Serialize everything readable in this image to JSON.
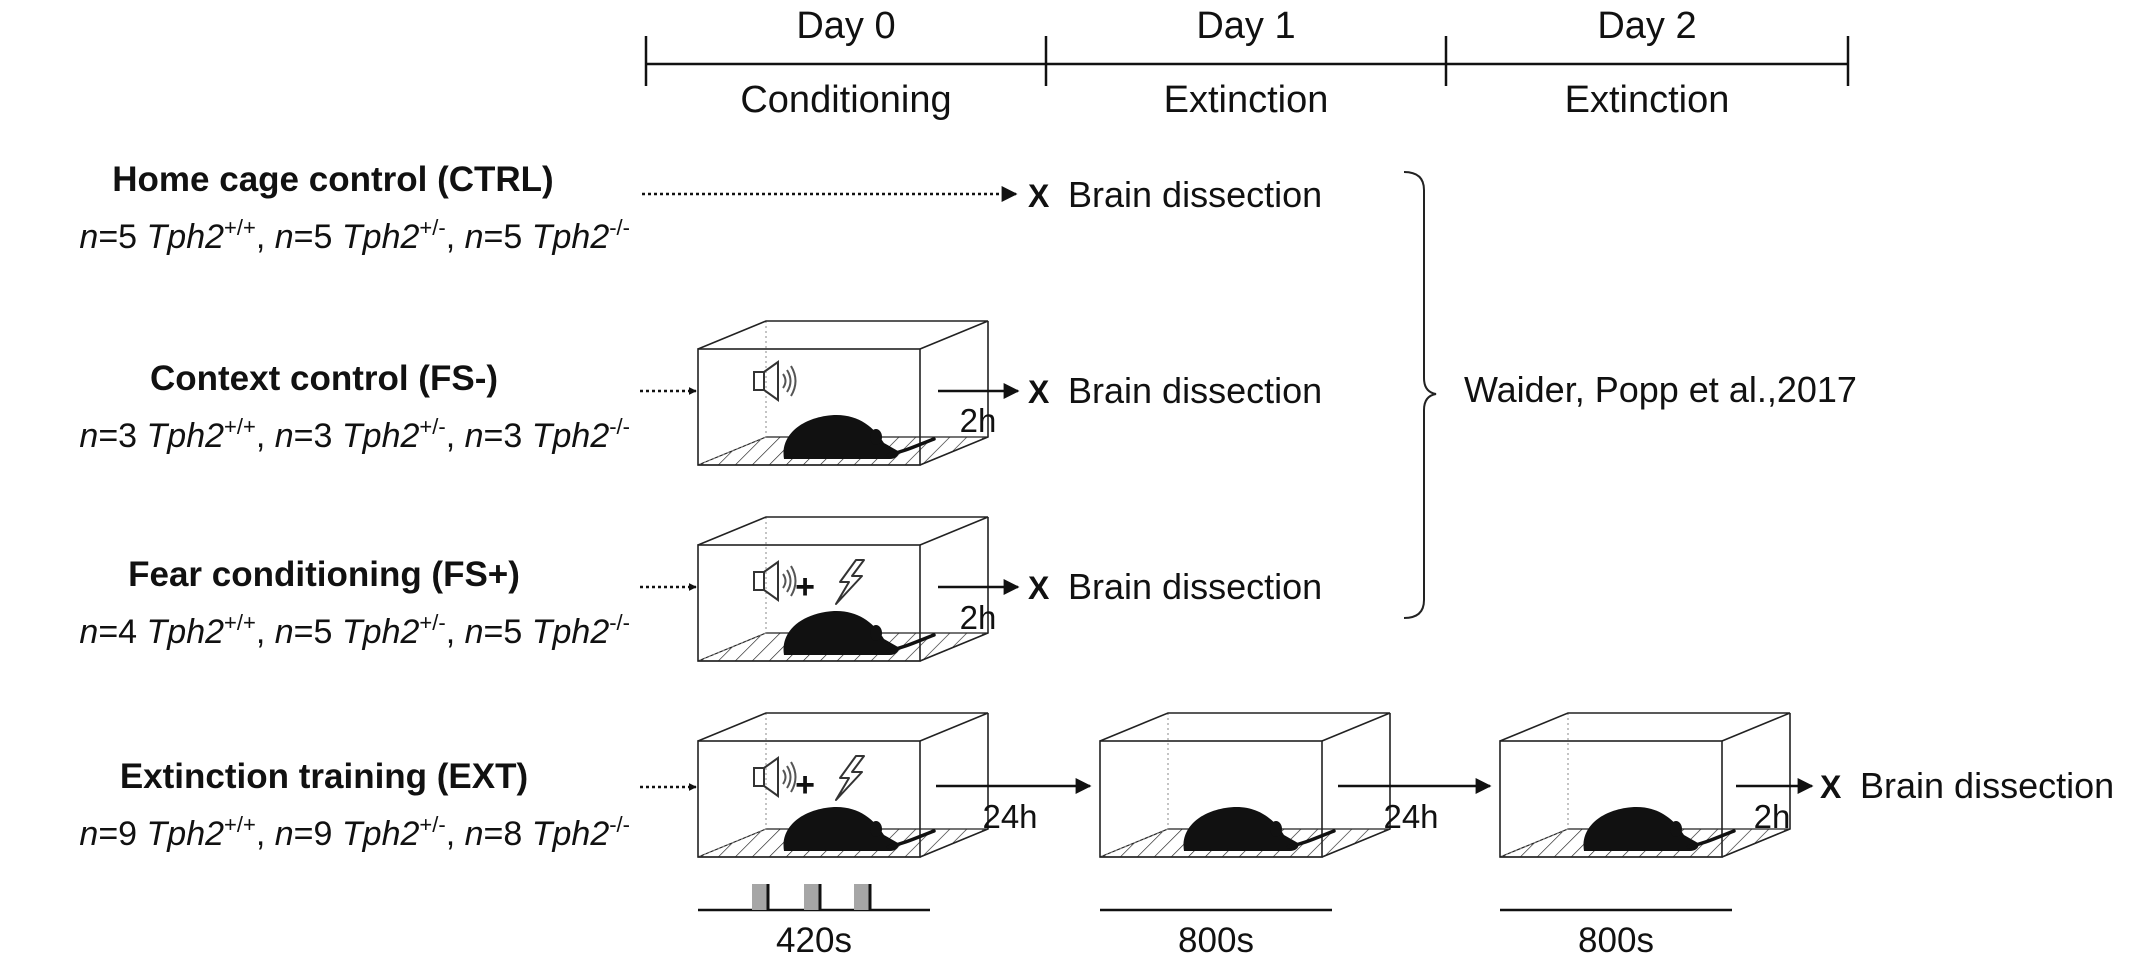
{
  "timeline": {
    "days": [
      {
        "day": "Day 0",
        "phase": "Conditioning"
      },
      {
        "day": "Day 1",
        "phase": "Extinction"
      },
      {
        "day": "Day 2",
        "phase": "Extinction"
      }
    ]
  },
  "groups": [
    {
      "title": "Home cage control (CTRL)",
      "counts": [
        {
          "n": "n",
          "eq": "=5 ",
          "gene": "Tph2",
          "geno": "+/+",
          "sep": ", "
        },
        {
          "n": "n",
          "eq": "=5 ",
          "gene": "Tph2",
          "geno": "+/-",
          "sep": ", "
        },
        {
          "n": "n",
          "eq": "=5 ",
          "gene": "Tph2",
          "geno": "-/-",
          "sep": ""
        }
      ],
      "result": "Brain dissection",
      "x_mark": "X"
    },
    {
      "title": "Context control (FS-)",
      "counts": [
        {
          "n": "n",
          "eq": "=3 ",
          "gene": "Tph2",
          "geno": "+/+",
          "sep": ", "
        },
        {
          "n": "n",
          "eq": "=3 ",
          "gene": "Tph2",
          "geno": "+/-",
          "sep": ", "
        },
        {
          "n": "n",
          "eq": "=3 ",
          "gene": "Tph2",
          "geno": "-/-",
          "sep": ""
        }
      ],
      "interval": "2h",
      "result": "Brain dissection",
      "x_mark": "X"
    },
    {
      "title": "Fear conditioning (FS+)",
      "counts": [
        {
          "n": "n",
          "eq": "=4 ",
          "gene": "Tph2",
          "geno": "+/+",
          "sep": ", "
        },
        {
          "n": "n",
          "eq": "=5 ",
          "gene": "Tph2",
          "geno": "+/-",
          "sep": ", "
        },
        {
          "n": "n",
          "eq": "=5 ",
          "gene": "Tph2",
          "geno": "-/-",
          "sep": ""
        }
      ],
      "plus": "+",
      "interval": "2h",
      "result": "Brain dissection",
      "x_mark": "X"
    },
    {
      "title": "Extinction training (EXT)",
      "counts": [
        {
          "n": "n",
          "eq": "=9 ",
          "gene": "Tph2",
          "geno": "+/+",
          "sep": ", "
        },
        {
          "n": "n",
          "eq": "=9 ",
          "gene": "Tph2",
          "geno": "+/-",
          "sep": ", "
        },
        {
          "n": "n",
          "eq": "=8 ",
          "gene": "Tph2",
          "geno": "-/-",
          "sep": ""
        }
      ],
      "plus": "+",
      "intervals": [
        "24h",
        "24h",
        "2h"
      ],
      "result": "Brain dissection",
      "x_mark": "X",
      "durations": [
        "420s",
        "800s",
        "800s"
      ]
    }
  ],
  "reference": "Waider, Popp et al.,2017",
  "icons": [
    "speaker-icon",
    "lightning-icon",
    "mouse-icon",
    "arena-box-icon"
  ],
  "colors": {
    "ink": "#111111",
    "tone_marker": "#a6a6a6"
  }
}
